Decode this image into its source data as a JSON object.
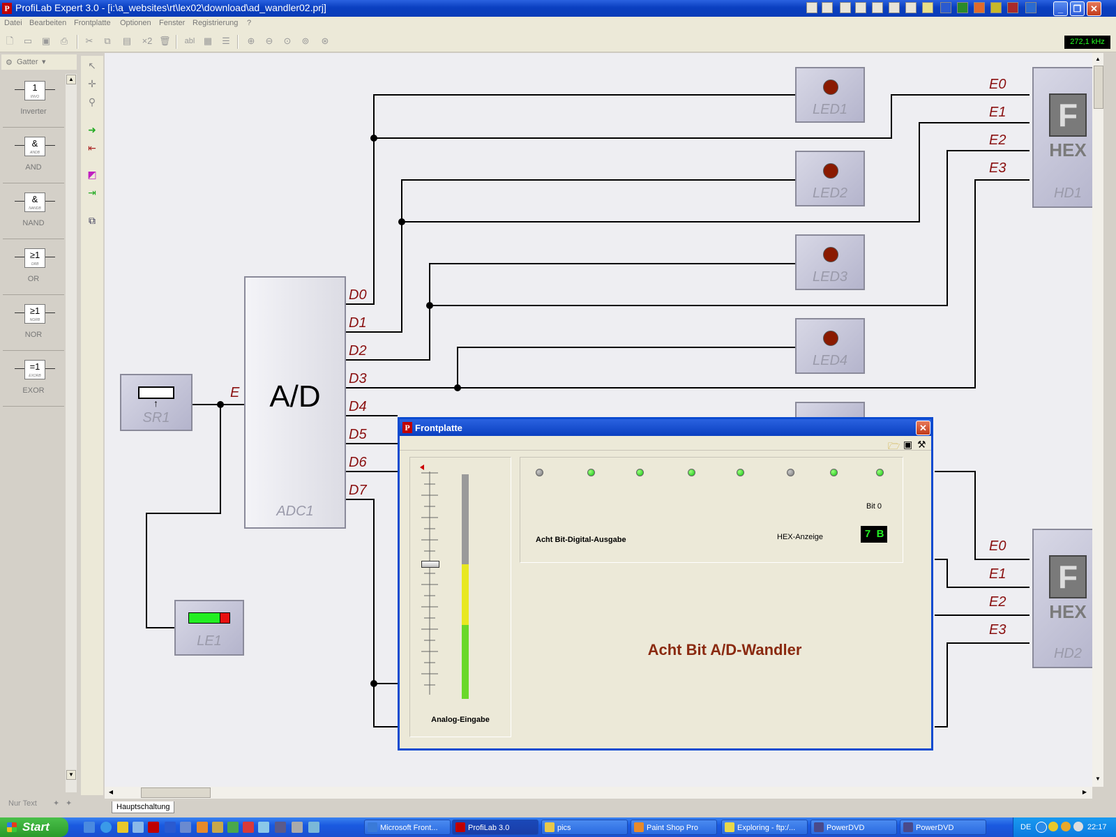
{
  "window": {
    "title": "ProfiLab Expert 3.0 - [i:\\a_websites\\rt\\lex02\\download\\ad_wandler02.prj]"
  },
  "menu": [
    "Datei",
    "Bearbeiten",
    "Frontplatte",
    "Optionen",
    "Fenster",
    "Registrierung",
    "?"
  ],
  "toolbar": {
    "frequency": "272,1 kHz",
    "x2_label": "×2",
    "text_label": "abl"
  },
  "palette": {
    "category": "Gatter",
    "gates": [
      {
        "symbol": "1",
        "sub": "INVO",
        "label": "Inverter"
      },
      {
        "symbol": "&",
        "sub": "ANDB",
        "label": "AND"
      },
      {
        "symbol": "&",
        "sub": "NANDB",
        "label": "NAND"
      },
      {
        "symbol": "≥1",
        "sub": "ORB",
        "label": "OR"
      },
      {
        "symbol": "≥1",
        "sub": "NORB",
        "label": "NOR"
      },
      {
        "symbol": "=1",
        "sub": "EXORB",
        "label": "EXOR"
      }
    ],
    "footer": "Nur Text"
  },
  "schematic": {
    "adc": {
      "symbol": "A/D",
      "name": "ADC1",
      "input": "E",
      "outputs": [
        "D0",
        "D1",
        "D2",
        "D3",
        "D4",
        "D5",
        "D6",
        "D7"
      ]
    },
    "sr1": "SR1",
    "le1": "LE1",
    "leds": [
      "LED1",
      "LED2",
      "LED3",
      "LED4"
    ],
    "hd1": {
      "name": "HD1",
      "digit": "F",
      "text": "HEX",
      "inputs": [
        "E0",
        "E1",
        "E2",
        "E3"
      ]
    },
    "hd2": {
      "name": "HD2",
      "digit": "F",
      "text": "HEX",
      "inputs": [
        "E0",
        "E1",
        "E2",
        "E3"
      ]
    },
    "sheet_tab": "Hauptschaltung"
  },
  "frontplatte": {
    "title": "Frontplatte",
    "slider_label": "Analog-Eingabe",
    "slider_value_fraction": 0.6,
    "bar_level_fraction": 0.6,
    "digital_label": "Acht Bit-Digital-Ausgabe",
    "bit_label": "Bit 0",
    "hex_label": "HEX-Anzeige",
    "hex_digits": [
      "7",
      "B"
    ],
    "leds_on": [
      false,
      true,
      true,
      true,
      true,
      false,
      true,
      true
    ],
    "heading": "Acht Bit A/D-Wandler"
  },
  "taskbar": {
    "start": "Start",
    "tasks": [
      {
        "label": "Microsoft Front...",
        "active": false
      },
      {
        "label": "ProfiLab 3.0",
        "active": true
      },
      {
        "label": "pics",
        "active": false
      },
      {
        "label": "Paint Shop Pro",
        "active": false
      },
      {
        "label": "Exploring - ftp:/...",
        "active": false
      },
      {
        "label": "PowerDVD",
        "active": false
      },
      {
        "label": "PowerDVD",
        "active": false
      }
    ],
    "lang": "DE",
    "clock": "22:17"
  },
  "colors": {
    "wire": "#000000",
    "pin_label": "#8a1010",
    "led_on": "#10c010",
    "heading": "#8a2a10",
    "title_bar": "#0a3fc0"
  }
}
